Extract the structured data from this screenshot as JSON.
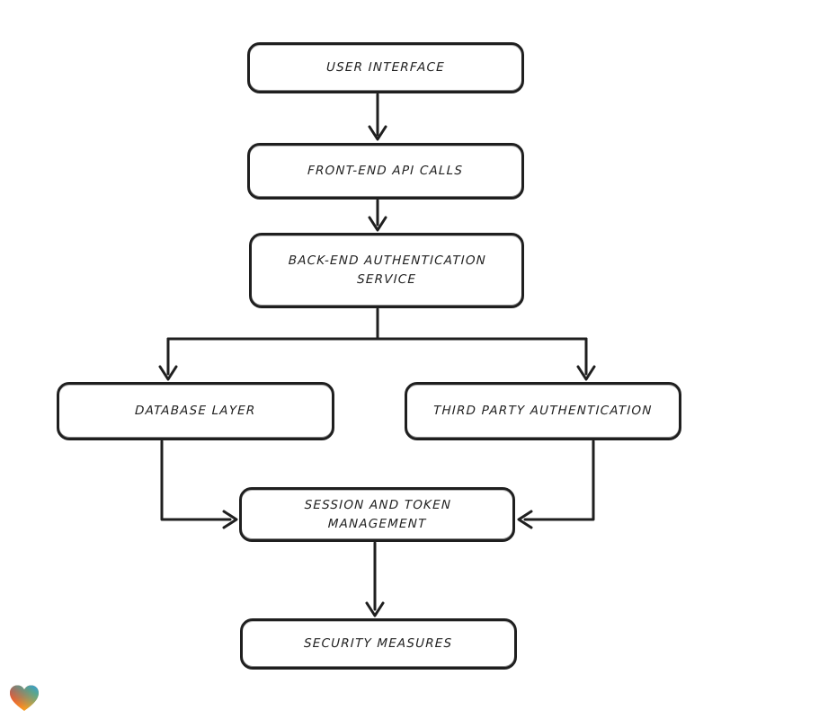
{
  "diagram": {
    "kind": "flowchart",
    "nodes": [
      {
        "id": "user-interface",
        "label": "USER INTERFACE"
      },
      {
        "id": "front-end-api-calls",
        "label": "FRONT-END API CALLS"
      },
      {
        "id": "back-end-authentication-service",
        "label": "BACK-END AUTHENTICATION SERVICE"
      },
      {
        "id": "database-layer",
        "label": "DATABASE LAYER"
      },
      {
        "id": "third-party-authentication",
        "label": "THIRD PARTY AUTHENTICATION"
      },
      {
        "id": "session-and-token-management",
        "label": "SESSION AND TOKEN MANAGEMENT"
      },
      {
        "id": "security-measures",
        "label": "SECURITY MEASURES"
      }
    ],
    "edges": [
      {
        "from": "user-interface",
        "to": "front-end-api-calls"
      },
      {
        "from": "front-end-api-calls",
        "to": "back-end-authentication-service"
      },
      {
        "from": "back-end-authentication-service",
        "to": "database-layer"
      },
      {
        "from": "back-end-authentication-service",
        "to": "third-party-authentication"
      },
      {
        "from": "database-layer",
        "to": "session-and-token-management"
      },
      {
        "from": "third-party-authentication",
        "to": "session-and-token-management"
      },
      {
        "from": "session-and-token-management",
        "to": "security-measures"
      }
    ],
    "colors": {
      "stroke": "#1f1f1f",
      "node_fill": "#ffffff",
      "background": "#ffffff"
    }
  },
  "branding": {
    "logo": "heart-gradient-logo",
    "colors": {
      "red": "#E23C3C",
      "orange": "#F59B23",
      "teal": "#2FB3A8",
      "blue": "#2D9FE8"
    }
  }
}
